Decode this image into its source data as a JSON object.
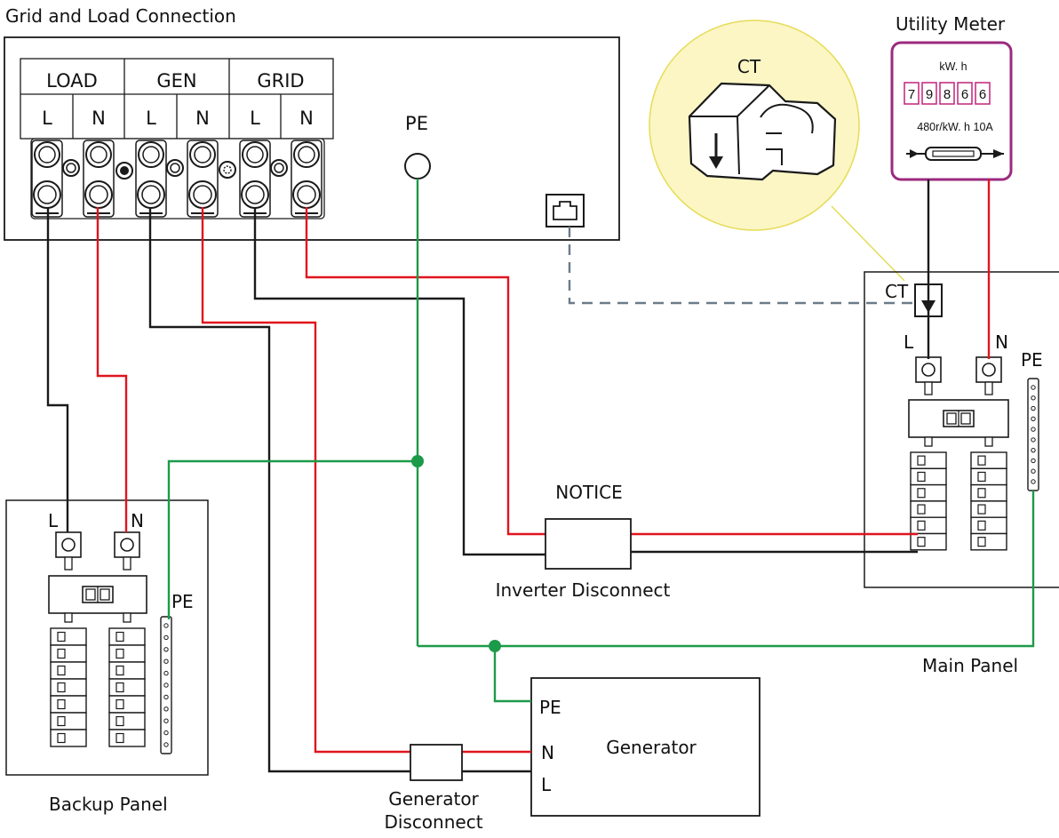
{
  "titles": {
    "grid_load": "Grid and Load Connection",
    "utility_meter": "Utility Meter",
    "backup_panel": "Backup Panel",
    "main_panel": "Main Panel",
    "generator": "Generator",
    "inverter_disconnect": "Inverter Disconnect",
    "notice": "NOTICE",
    "generator_disconnect_1": "Generator",
    "generator_disconnect_2": "Disconnect"
  },
  "inverter": {
    "groups": [
      "LOAD",
      "GEN",
      "GRID"
    ],
    "terminals": [
      "L",
      "N",
      "L",
      "N",
      "L",
      "N"
    ],
    "pe": "PE"
  },
  "ct_callout": {
    "label": "CT"
  },
  "meter": {
    "unit": "kW. h",
    "digits": [
      "7",
      "9",
      "8",
      "6",
      "6"
    ],
    "rating": "480r/kW. h 10A"
  },
  "main_panel": {
    "ct": "CT",
    "l": "L",
    "n": "N",
    "pe": "PE"
  },
  "backup_panel": {
    "l": "L",
    "n": "N",
    "pe": "PE"
  },
  "generator_terminals": {
    "pe": "PE",
    "n": "N",
    "l": "L"
  },
  "colors": {
    "line_black": "#1a1a1a",
    "neutral_red": "#e0141e",
    "earth_green": "#1d9a49",
    "ct_dashed": "#6b7b88",
    "ct_callout_fill": "#fbf6c4",
    "meter_frame": "#9b2a7e",
    "meter_digits": "#c2237a"
  }
}
